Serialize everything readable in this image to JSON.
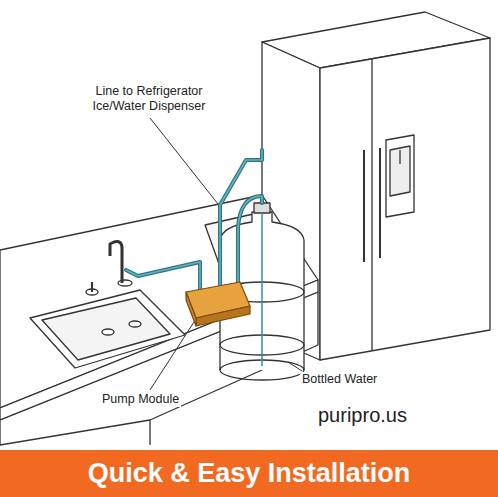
{
  "diagram": {
    "nodes": [
      {
        "text": [
          "Quick & Easy Installation"
        ]
      }
    ],
    "labels": [
      "Line to Refrigerator Ice/Water Dispenser",
      "Bottled Water",
      "Pump Module",
      "puripro.us"
    ]
  }
}
